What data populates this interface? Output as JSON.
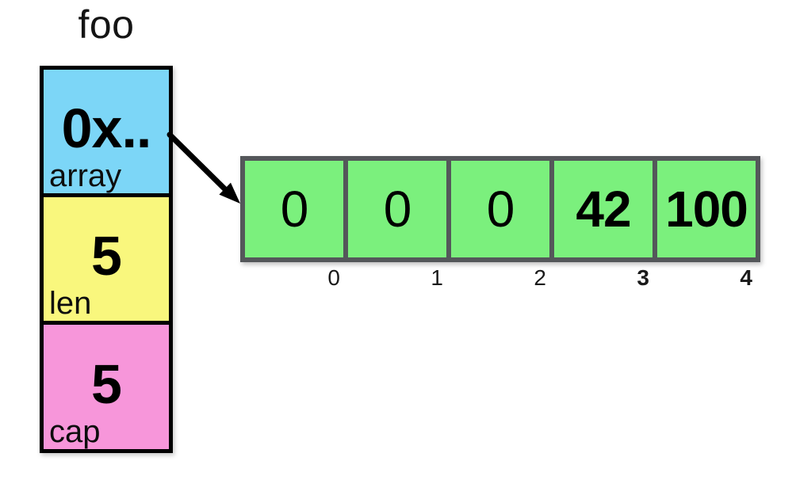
{
  "title": "foo",
  "struct": {
    "fields": [
      {
        "label": "array",
        "value": "0x..",
        "fill": "#7cd6f7"
      },
      {
        "label": "len",
        "value": "5",
        "fill": "#f9f77d"
      },
      {
        "label": "cap",
        "value": "5",
        "fill": "#f796da"
      }
    ]
  },
  "heap_array": {
    "fill": "#7bf07d",
    "border_color": "#54575a",
    "cells": [
      {
        "value": "0",
        "index": "0",
        "bold": false
      },
      {
        "value": "0",
        "index": "1",
        "bold": false
      },
      {
        "value": "0",
        "index": "2",
        "bold": false
      },
      {
        "value": "42",
        "index": "3",
        "bold": true
      },
      {
        "value": "100",
        "index": "4",
        "bold": true
      }
    ]
  },
  "pointer_arrow": {
    "from_field": "array",
    "to_cell_index": 0
  }
}
